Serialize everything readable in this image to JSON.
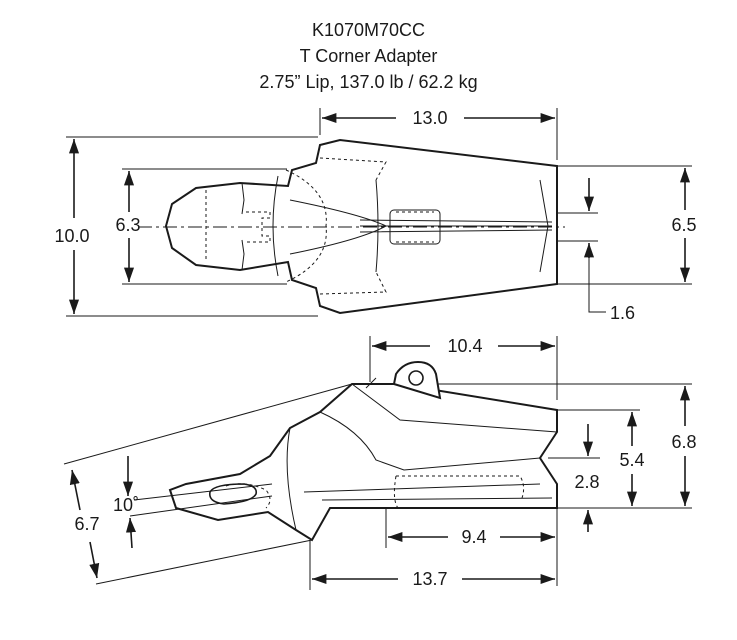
{
  "title": {
    "part_number": "K1070M70CC",
    "name": "T Corner Adapter",
    "spec": "2.75” Lip, 137.0 lb / 62.2 kg"
  },
  "top_view": {
    "length": "13.0",
    "overall_height": "10.0",
    "nose_height": "6.3",
    "tip_height": "6.5",
    "pin_offset": "1.6"
  },
  "side_view": {
    "top_length": "10.4",
    "overall_height": "6.8",
    "front_height": "5.4",
    "slot_height": "2.8",
    "bottom_length": "9.4",
    "overall_length": "13.7",
    "leg_height": "6.7",
    "angle": "10˚"
  }
}
